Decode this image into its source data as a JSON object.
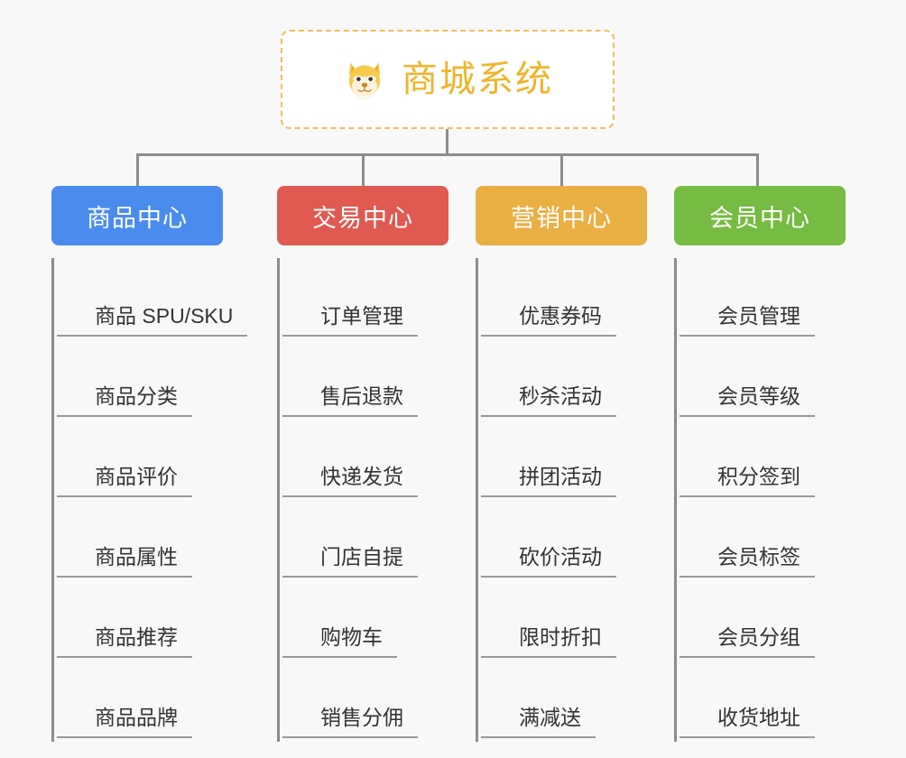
{
  "root": {
    "title": "商城系统",
    "icon": "shiba-dog-emoji",
    "border_color": "#f2be5c",
    "text_color": "#f0b429",
    "background": "#ffffff"
  },
  "canvas": {
    "background": "#f8f8f8",
    "connector_color": "#8c8c8c"
  },
  "columns": [
    {
      "header": "商品中心",
      "color": "#4a8ced",
      "items": [
        "商品 SPU/SKU",
        "商品分类",
        "商品评价",
        "商品属性",
        "商品推荐",
        "商品品牌"
      ]
    },
    {
      "header": "交易中心",
      "color": "#e05a52",
      "items": [
        "订单管理",
        "售后退款",
        "快递发货",
        "门店自提",
        "购物车",
        "销售分佣"
      ]
    },
    {
      "header": "营销中心",
      "color": "#eaaf43",
      "items": [
        "优惠券码",
        "秒杀活动",
        "拼团活动",
        "砍价活动",
        "限时折扣",
        "满减送"
      ]
    },
    {
      "header": "会员中心",
      "color": "#76bc43",
      "items": [
        "会员管理",
        "会员等级",
        "积分签到",
        "会员标签",
        "会员分组",
        "收货地址"
      ]
    }
  ]
}
